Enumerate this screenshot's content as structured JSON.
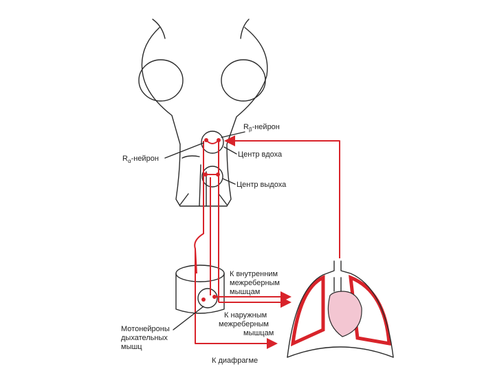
{
  "labels": {
    "r_beta": "R",
    "r_beta_sub": "β",
    "r_beta_suffix": "-нейрон",
    "r_alpha": "R",
    "r_alpha_sub": "α",
    "r_alpha_suffix": "-нейрон",
    "inspiration_center": "Центр вдоха",
    "expiration_center": "Центр выдоха",
    "internal_intercostal": [
      "К внутренним",
      "межреберным",
      "мышцам"
    ],
    "external_intercostal": [
      "К наружным",
      "межреберным",
      "мышцам"
    ],
    "motoneurons": [
      "Мотонейроны",
      "дыхательных",
      "мышц"
    ],
    "diaphragm": "К диафрагме"
  },
  "colors": {
    "pathway": "#d8232a",
    "outline": "#2a2a2a",
    "heart_fill": "#f3c6d2",
    "lung_border": "#d8232a"
  }
}
